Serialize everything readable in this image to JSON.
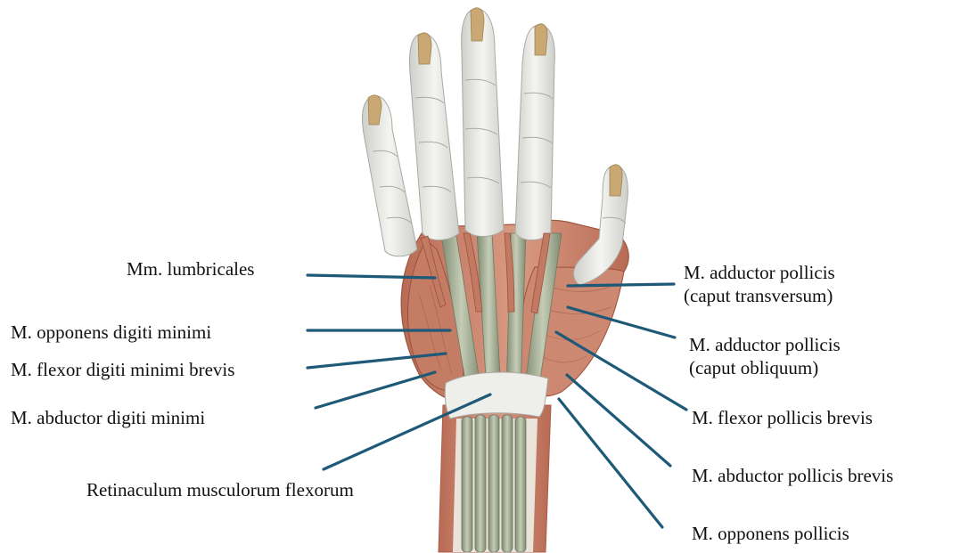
{
  "colors": {
    "leader_line": "#1e5a78",
    "muscle": "#c8806a",
    "muscle_dark": "#a95c48",
    "tendon": "#8f9a82",
    "tendon_light": "#c9cfbd",
    "bone": "#c9a873",
    "sheath": "#e6e6e2",
    "sheath_edge": "#a9a9a4",
    "text": "#111111"
  },
  "labels": {
    "lumbricales": "Mm. lumbricales",
    "opponens_digiti_minimi": "M. opponens digiti minimi",
    "flexor_digiti_minimi_brevis": "M. flexor digiti minimi brevis",
    "abductor_digiti_minimi": "M. abductor digiti minimi",
    "retinaculum": "Retinaculum musculorum flexorum",
    "adductor_transversum_line1": "M. adductor pollicis",
    "adductor_transversum_line2": "(caput transversum)",
    "adductor_obliquum_line1": "M. adductor pollicis",
    "adductor_obliquum_line2": "(caput obliquum)",
    "flexor_pollicis_brevis": "M. flexor pollicis brevis",
    "abductor_pollicis_brevis": "M. abductor pollicis brevis",
    "opponens_pollicis": "M. opponens pollicis"
  }
}
